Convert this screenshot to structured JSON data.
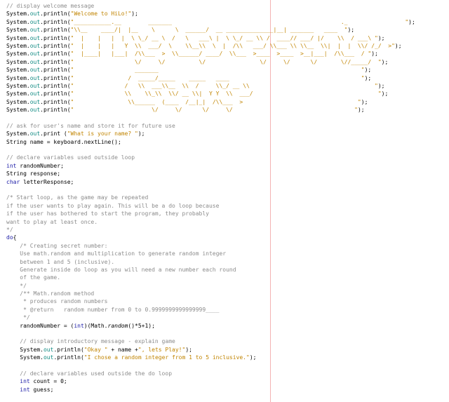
{
  "colors": {
    "background": "#ffffff",
    "comment": "#8c8c8c",
    "string": "#c18401",
    "keyword": "#1a1aa6",
    "field": "#0f8a82",
    "margin_line": "#f3b3b3"
  },
  "lines": [
    [
      {
        "t": "c",
        "v": "// display welcome message"
      }
    ],
    [
      {
        "t": "p",
        "v": "System."
      },
      {
        "t": "f",
        "v": "out"
      },
      {
        "t": "p",
        "v": ".println("
      },
      {
        "t": "s",
        "v": "\"Welcome to HiLo!\""
      },
      {
        "t": "p",
        "v": ");"
      }
    ],
    [
      {
        "t": "p",
        "v": "System."
      },
      {
        "t": "f",
        "v": "out"
      },
      {
        "t": "p",
        "v": ".println("
      },
      {
        "t": "s",
        "v": "\"___________.__        _______                                                  ._                 \""
      },
      {
        "t": "p",
        "v": ");"
      }
    ],
    [
      {
        "t": "p",
        "v": "System."
      },
      {
        "t": "f",
        "v": "out"
      },
      {
        "t": "p",
        "v": ".println("
      },
      {
        "t": "s",
        "v": "\"\\\\__    ____/|  |__    \\      \\  ______/  __ ______________|__| _______   ____  \""
      },
      {
        "t": "p",
        "v": ");"
      }
    ],
    [
      {
        "t": "p",
        "v": "System."
      },
      {
        "t": "f",
        "v": "out"
      },
      {
        "t": "p",
        "v": ".println("
      },
      {
        "t": "s",
        "v": "\"  |    |   |  |  \\ \\_/ __ \\  /   \\   ___\\ |  \\ \\_/ __ \\\\ /  ____// ___/ |/    \\\\  / ___\\ \""
      },
      {
        "t": "p",
        "v": ");"
      }
    ],
    [
      {
        "t": "p",
        "v": "System."
      },
      {
        "t": "f",
        "v": "out"
      },
      {
        "t": "p",
        "v": ".println("
      },
      {
        "t": "s",
        "v": "\"  |    |   |   Y  \\\\  ___/  \\    \\\\__\\\\  \\  |  /\\\\   ___/ \\\\___ \\\\ \\\\__  \\\\|  |  |  \\\\/ /_/  >\""
      },
      {
        "t": "p",
        "v": ");"
      }
    ],
    [
      {
        "t": "p",
        "v": "System."
      },
      {
        "t": "f",
        "v": "out"
      },
      {
        "t": "p",
        "v": ".println("
      },
      {
        "t": "s",
        "v": "\"  |____|   |___|  /\\\\___  >  \\\\______/ ____/  \\\\___  >____  >____  >__|___|  /\\\\___  / \""
      },
      {
        "t": "p",
        "v": ");"
      }
    ],
    [
      {
        "t": "p",
        "v": "System."
      },
      {
        "t": "f",
        "v": "out"
      },
      {
        "t": "p",
        "v": ".println("
      },
      {
        "t": "s",
        "v": "\"                  \\/     \\/          \\/                \\/     \\/      \\/       \\//_____/  \""
      },
      {
        "t": "p",
        "v": ");"
      }
    ],
    [
      {
        "t": "p",
        "v": "System."
      },
      {
        "t": "f",
        "v": "out"
      },
      {
        "t": "p",
        "v": ".println("
      },
      {
        "t": "s",
        "v": "\"                  _______                                                            \""
      },
      {
        "t": "p",
        "v": ");"
      }
    ],
    [
      {
        "t": "p",
        "v": "System."
      },
      {
        "t": "f",
        "v": "out"
      },
      {
        "t": "p",
        "v": ".println("
      },
      {
        "t": "s",
        "v": "\"                /  _____/_____    _____   ____                                       \""
      },
      {
        "t": "p",
        "v": ");"
      }
    ],
    [
      {
        "t": "p",
        "v": "System."
      },
      {
        "t": "f",
        "v": "out"
      },
      {
        "t": "p",
        "v": ".println("
      },
      {
        "t": "s",
        "v": "\"               /   \\\\  ___\\\\__  \\\\  /     \\\\_/ __ \\\\                                     \""
      },
      {
        "t": "p",
        "v": ");"
      }
    ],
    [
      {
        "t": "p",
        "v": "System."
      },
      {
        "t": "f",
        "v": "out"
      },
      {
        "t": "p",
        "v": ".println("
      },
      {
        "t": "s",
        "v": "\"               \\\\    \\\\_\\\\  \\\\/ __ \\\\|  Y Y  \\\\  ___/                                     \""
      },
      {
        "t": "p",
        "v": ");"
      }
    ],
    [
      {
        "t": "p",
        "v": "System."
      },
      {
        "t": "f",
        "v": "out"
      },
      {
        "t": "p",
        "v": ".println("
      },
      {
        "t": "s",
        "v": "\"                \\\\______  (____  /__|_|  /\\\\___  >                                  \""
      },
      {
        "t": "p",
        "v": ");"
      }
    ],
    [
      {
        "t": "p",
        "v": "System."
      },
      {
        "t": "f",
        "v": "out"
      },
      {
        "t": "p",
        "v": ".println("
      },
      {
        "t": "s",
        "v": "\"                       \\/     \\/      \\/     \\/                                    \""
      },
      {
        "t": "p",
        "v": ");"
      }
    ],
    [],
    [
      {
        "t": "c",
        "v": "// ask for user's name and store it for future use"
      }
    ],
    [
      {
        "t": "p",
        "v": "System."
      },
      {
        "t": "f",
        "v": "out"
      },
      {
        "t": "p",
        "v": ".print ("
      },
      {
        "t": "s",
        "v": "\"What is your name? \""
      },
      {
        "t": "p",
        "v": ");"
      }
    ],
    [
      {
        "t": "p",
        "v": "String name = keyboard.nextLine();"
      }
    ],
    [],
    [
      {
        "t": "c",
        "v": "// declare variables used outside loop"
      }
    ],
    [
      {
        "t": "k",
        "v": "int"
      },
      {
        "t": "p",
        "v": " randomNumber;"
      }
    ],
    [
      {
        "t": "p",
        "v": "String response;"
      }
    ],
    [
      {
        "t": "k",
        "v": "char"
      },
      {
        "t": "p",
        "v": " letterResponse;"
      }
    ],
    [],
    [
      {
        "t": "c",
        "v": "/* Start loop, as the game may be repeated"
      }
    ],
    [
      {
        "t": "c",
        "v": "if the user wants to play again. This will be a do loop because"
      }
    ],
    [
      {
        "t": "c",
        "v": "if the user has bothered to start the program, they probably"
      }
    ],
    [
      {
        "t": "c",
        "v": "want to play at least once."
      }
    ],
    [
      {
        "t": "c",
        "v": "*/"
      }
    ],
    [
      {
        "t": "k",
        "v": "do"
      },
      {
        "t": "p",
        "v": "{"
      }
    ],
    [
      {
        "t": "c",
        "v": "    /* Creating secret number:"
      }
    ],
    [
      {
        "t": "c",
        "v": "    Use math.random and multiplication to generate random integer"
      }
    ],
    [
      {
        "t": "c",
        "v": "    between 1 and 5 (inclusive)."
      }
    ],
    [
      {
        "t": "c",
        "v": "    Generate inside do loop as you will need a new number each round"
      }
    ],
    [
      {
        "t": "c",
        "v": "    of the game."
      }
    ],
    [
      {
        "t": "c",
        "v": "    */"
      }
    ],
    [
      {
        "t": "c",
        "v": "    /** Math.random method"
      }
    ],
    [
      {
        "t": "c",
        "v": "     * produces random numbers"
      }
    ],
    [
      {
        "t": "c",
        "v": "     * @return   random number from 0 to 0.9999999999999999____"
      }
    ],
    [
      {
        "t": "c",
        "v": "     */"
      }
    ],
    [
      {
        "t": "p",
        "v": "    randomNumber = ("
      },
      {
        "t": "k",
        "v": "int"
      },
      {
        "t": "p",
        "v": ")(Math."
      },
      {
        "t": "i",
        "v": "random"
      },
      {
        "t": "p",
        "v": "()*5+1);"
      }
    ],
    [],
    [
      {
        "t": "c",
        "v": "    // display introductory message - explain game"
      }
    ],
    [
      {
        "t": "p",
        "v": "    System."
      },
      {
        "t": "f",
        "v": "out"
      },
      {
        "t": "p",
        "v": ".println("
      },
      {
        "t": "s",
        "v": "\"Okay \""
      },
      {
        "t": "p",
        "v": " + name +"
      },
      {
        "t": "s",
        "v": "\", lets Play!\""
      },
      {
        "t": "p",
        "v": ");"
      }
    ],
    [
      {
        "t": "p",
        "v": "    System."
      },
      {
        "t": "f",
        "v": "out"
      },
      {
        "t": "p",
        "v": ".println("
      },
      {
        "t": "s",
        "v": "\"I chose a random integer from 1 to 5 inclusive.\""
      },
      {
        "t": "p",
        "v": ");"
      }
    ],
    [],
    [
      {
        "t": "c",
        "v": "    // declare variables used outside the do loop"
      }
    ],
    [
      {
        "t": "p",
        "v": "    "
      },
      {
        "t": "k",
        "v": "int"
      },
      {
        "t": "p",
        "v": " count = 0;"
      }
    ],
    [
      {
        "t": "p",
        "v": "    "
      },
      {
        "t": "k",
        "v": "int"
      },
      {
        "t": "p",
        "v": " guess;"
      }
    ]
  ]
}
